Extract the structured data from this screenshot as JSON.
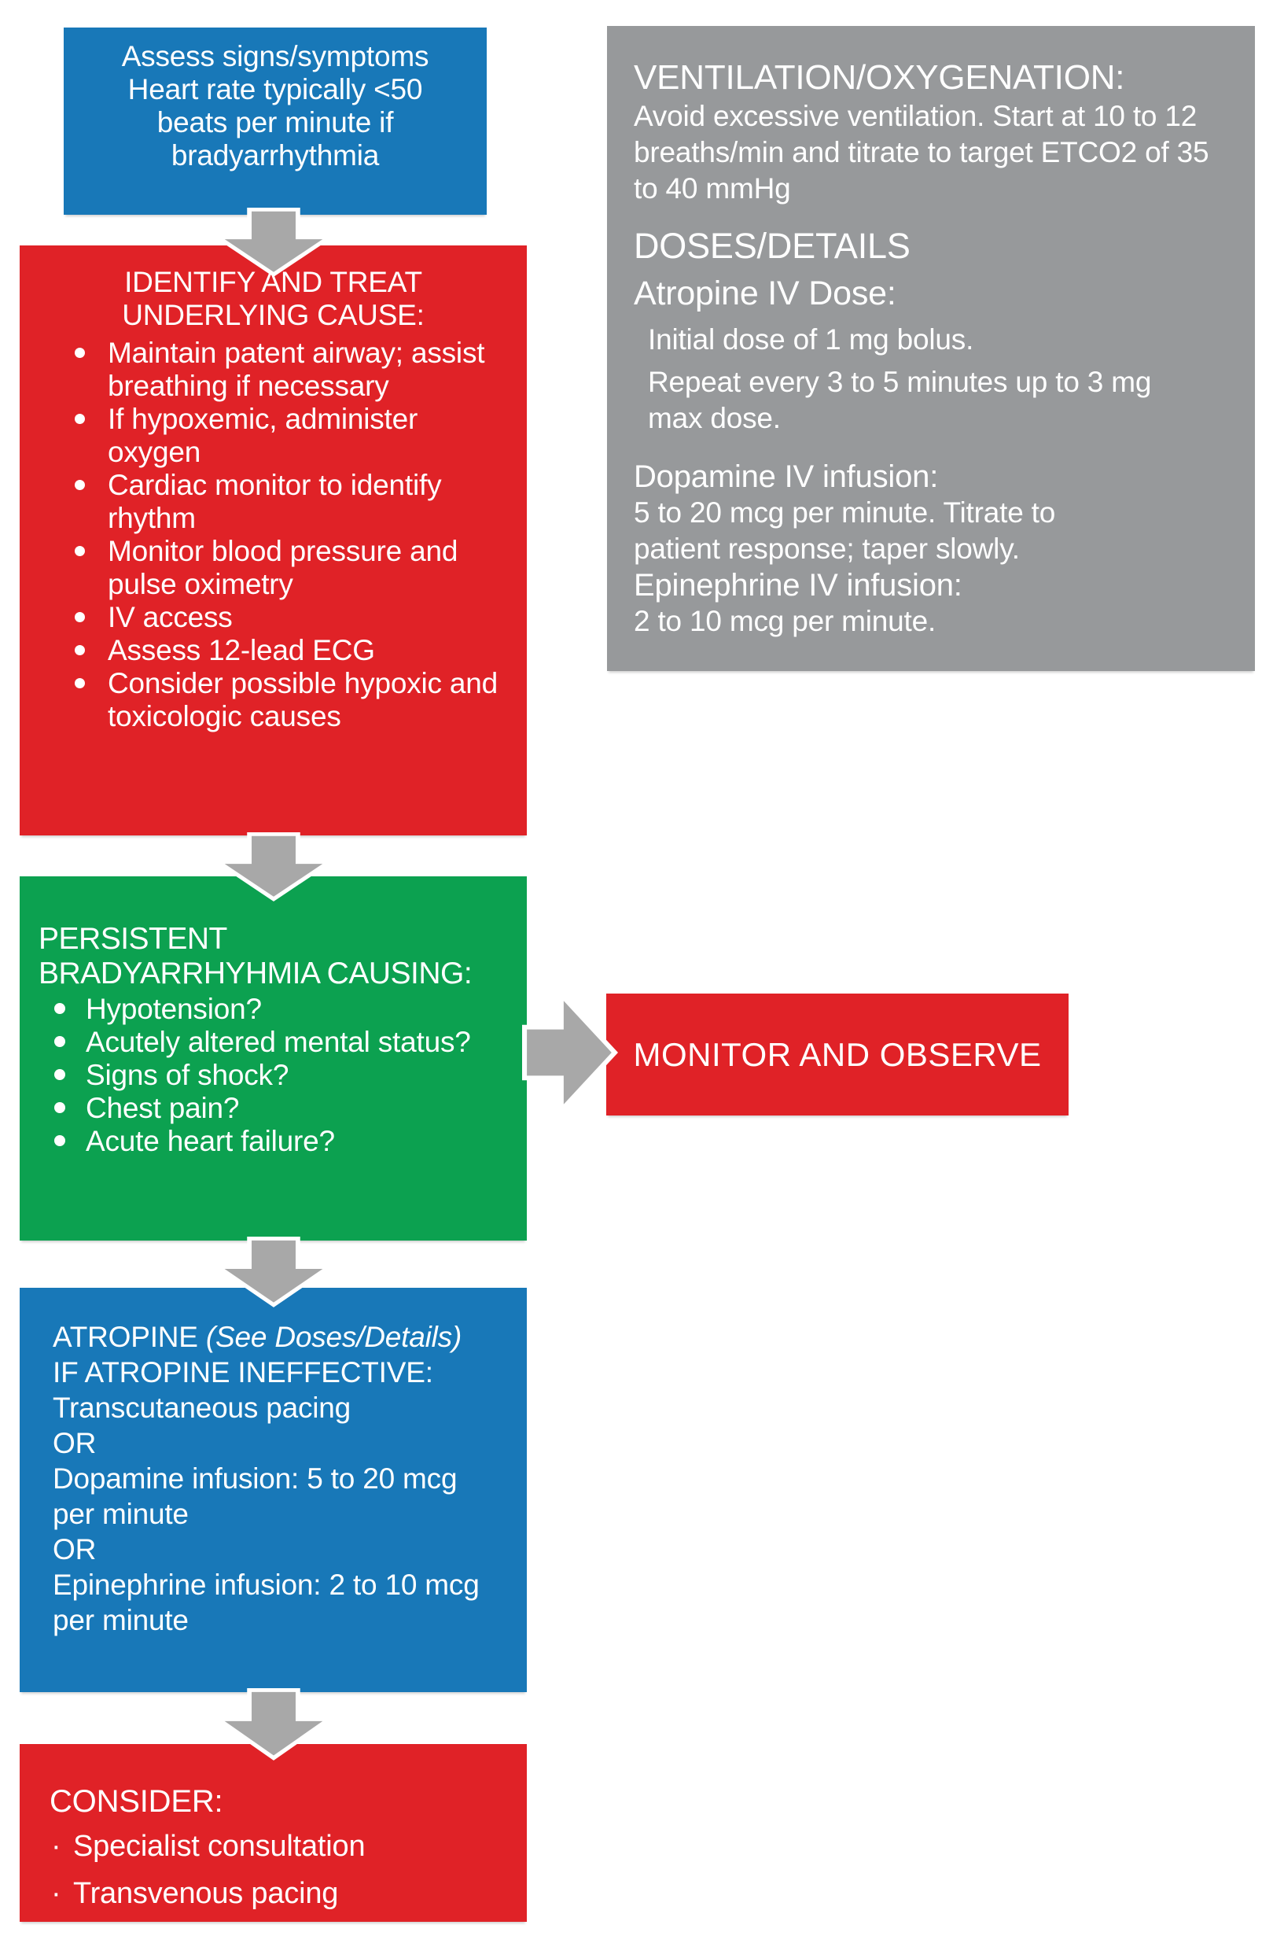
{
  "palette": {
    "blue": "#1878b8",
    "red": "#e02227",
    "green": "#0ca150",
    "gray": "#97999b",
    "arrow": "#a8a8a8",
    "white": "#ffffff"
  },
  "flowchart": {
    "assess": {
      "lines": [
        "Assess signs/symptoms",
        "Heart rate typically <50",
        "beats per minute if",
        "bradyarrhythmia"
      ]
    },
    "identify": {
      "heading": "IDENTIFY AND TREAT UNDERLYING CAUSE:",
      "bullets": [
        "Maintain patent airway; assist breathing if necessary",
        "If hypoxemic, administer oxygen",
        "Cardiac monitor to identify rhythm",
        "Monitor blood pressure and pulse oximetry",
        "IV access",
        "Assess 12-lead ECG",
        "Consider possible hypoxic and toxicologic causes"
      ]
    },
    "persistent": {
      "heading": "PERSISTENT BRADYARRHYHMIA CAUSING:",
      "bullets": [
        "Hypotension?",
        "Acutely altered mental status?",
        "Signs of shock?",
        "Chest pain?",
        "Acute heart failure?"
      ]
    },
    "monitor": {
      "label": "MONITOR AND OBSERVE"
    },
    "atropine": {
      "line1": "ATROPINE",
      "line1_note": "(See Doses/Details)",
      "lines": [
        "IF ATROPINE INEFFECTIVE:",
        "Transcutaneous pacing",
        "OR",
        "Dopamine infusion: 5 to 20 mcg per minute",
        "OR",
        "Epinephrine infusion: 2 to 10 mcg per minute"
      ]
    },
    "consider": {
      "heading": "CONSIDER:",
      "bullets": [
        "Specialist consultation",
        "Transvenous pacing"
      ]
    }
  },
  "details_panel": {
    "ventilation_heading": "VENTILATION/OXYGENATION:",
    "ventilation_body": "Avoid excessive ventilation. Start at 10 to 12 breaths/min and titrate to target ETCO2 of 35 to 40 mmHg",
    "doses_heading": "DOSES/DETAILS",
    "atropine_heading": "Atropine IV Dose:",
    "atropine_lines": [
      "Initial dose of 1 mg bolus.",
      "Repeat every 3 to 5 minutes up to 3 mg max dose."
    ],
    "dopamine_heading": "Dopamine IV infusion:",
    "dopamine_body": "5 to 20 mcg per minute. Titrate to patient response; taper slowly.",
    "epinephrine_heading": "Epinephrine IV infusion:",
    "epinephrine_body": "2 to 10 mcg per minute."
  }
}
